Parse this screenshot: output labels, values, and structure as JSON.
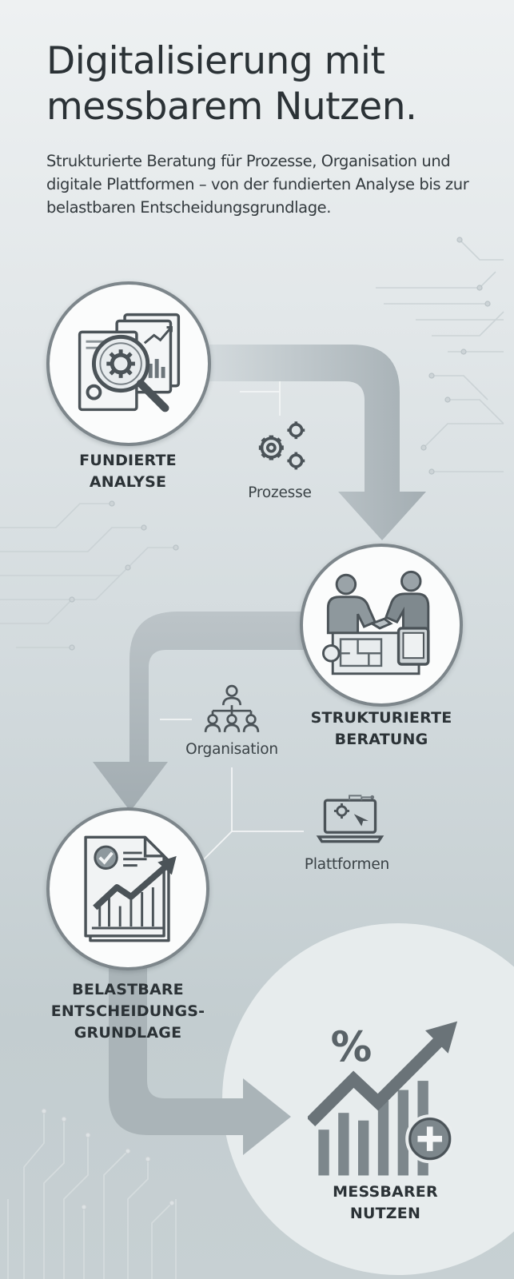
{
  "header": {
    "title_line1": "Digitalisierung mit",
    "title_line2": "messbarem Nutzen.",
    "subtitle": "Strukturierte Beratung für Prozesse, Organisation und digitale Plattformen – von der fundierten Analyse bis zur belastbaren Entscheidungsgrundlage."
  },
  "steps": [
    {
      "line1": "FUNDIERTE",
      "line2": "ANALYSE",
      "icon": "analysis-magnifier-icon"
    },
    {
      "line1": "STRUKTURIERTE",
      "line2": "BERATUNG",
      "icon": "handshake-icon"
    },
    {
      "line1": "BELASTBARE",
      "line2": "ENTSCHEIDUNGS-",
      "line3": "GRUNDLAGE",
      "icon": "report-chart-icon"
    },
    {
      "line1": "MESSBARER",
      "line2": "NUTZEN",
      "icon": "growth-percent-icon"
    }
  ],
  "topics": [
    {
      "label": "Prozesse",
      "icon": "gears-icon"
    },
    {
      "label": "Organisation",
      "icon": "org-chart-icon"
    },
    {
      "label": "Plattformen",
      "icon": "laptop-icon"
    }
  ],
  "colors": {
    "accent": "#7d868b",
    "arrow": "#a7b1b6",
    "dark_text": "#2b3236",
    "circle_fill": "#fbfcfc"
  }
}
